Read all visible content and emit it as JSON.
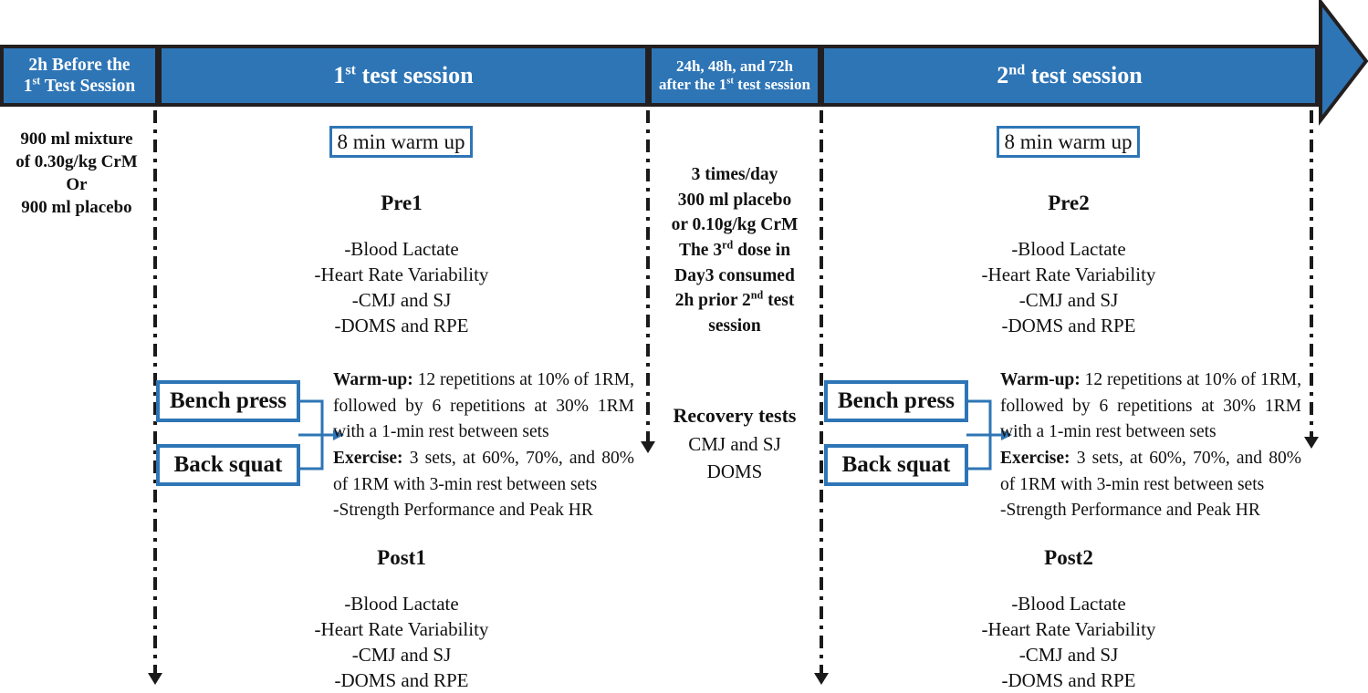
{
  "figure": {
    "type": "study-design-flow-diagram",
    "accent_blue": "#2e75b6",
    "line_black": "#231f20"
  },
  "timeline": {
    "segments": [
      {
        "id": "pre-supplement",
        "line1": "2h Before the",
        "line2_pre": "1",
        "line2_sup": "st",
        "line2_post": " Test Session"
      },
      {
        "id": "session-1",
        "line1_pre": "1",
        "line1_sup": "st",
        "line1_post": " test session"
      },
      {
        "id": "recovery-days",
        "line1": "24h, 48h, and 72h",
        "line2_pre": "after the 1",
        "line2_sup": "st",
        "line2_post": " test session"
      },
      {
        "id": "session-2",
        "line1_pre": "2",
        "line1_sup": "nd",
        "line1_post": " test session"
      }
    ]
  },
  "columns": {
    "supplementation": {
      "lines": [
        "900 ml mixture",
        "of 0.30g/kg CrM",
        "Or",
        "900 ml placebo"
      ]
    },
    "session1": {
      "warm_up": "8 min warm up",
      "pre": {
        "title": "Pre1",
        "measures": [
          "-Blood Lactate",
          "-Heart Rate Variability",
          "-CMJ and SJ",
          "-DOMS and RPE"
        ]
      },
      "lifts": [
        "Bench press",
        "Back squat"
      ],
      "prescription": {
        "warmup_label": "Warm-up:",
        "warmup_text": " 12 repetitions at 10% of 1RM, followed by 6 repetitions at 30% 1RM with a 1-min rest between sets",
        "exercise_label": "Exercise:",
        "exercise_text": " 3 sets, at 60%, 70%, and 80% of 1RM with 3-min rest between sets",
        "outcome": "-Strength Performance and Peak HR"
      },
      "post": {
        "title": "Post1",
        "measures": [
          "-Blood Lactate",
          "-Heart Rate Variability",
          "-CMJ and SJ",
          "-DOMS and RPE"
        ]
      }
    },
    "recovery": {
      "dosing": {
        "l1": "3 times/day",
        "l2": "300 ml placebo",
        "l3": "or 0.10g/kg CrM",
        "l4_pre": "The 3",
        "l4_sup": "rd",
        "l4_post": " dose in",
        "l5": "Day3 consumed",
        "l6_pre": "2h prior 2",
        "l6_sup": "nd",
        "l6_post": " test",
        "l7": "session"
      },
      "tests": {
        "title": "Recovery tests",
        "items": [
          "CMJ and SJ",
          "DOMS"
        ]
      }
    },
    "session2": {
      "warm_up": "8 min warm up",
      "pre": {
        "title": "Pre2",
        "measures": [
          "-Blood Lactate",
          "-Heart Rate Variability",
          "-CMJ and SJ",
          "-DOMS and RPE"
        ]
      },
      "lifts": [
        "Bench press",
        "Back squat"
      ],
      "prescription": {
        "warmup_label": "Warm-up:",
        "warmup_text": " 12 repetitions at 10% of 1RM, followed by 6 repetitions at 30% 1RM with a 1-min rest between sets",
        "exercise_label": "Exercise:",
        "exercise_text": " 3 sets, at 60%, 70%, and 80% of 1RM with 3-min rest between sets",
        "outcome": "-Strength Performance and Peak HR"
      },
      "post": {
        "title": "Post2",
        "measures": [
          "-Blood Lactate",
          "-Heart Rate Variability",
          "-CMJ and SJ",
          "-DOMS and RPE"
        ]
      }
    }
  }
}
